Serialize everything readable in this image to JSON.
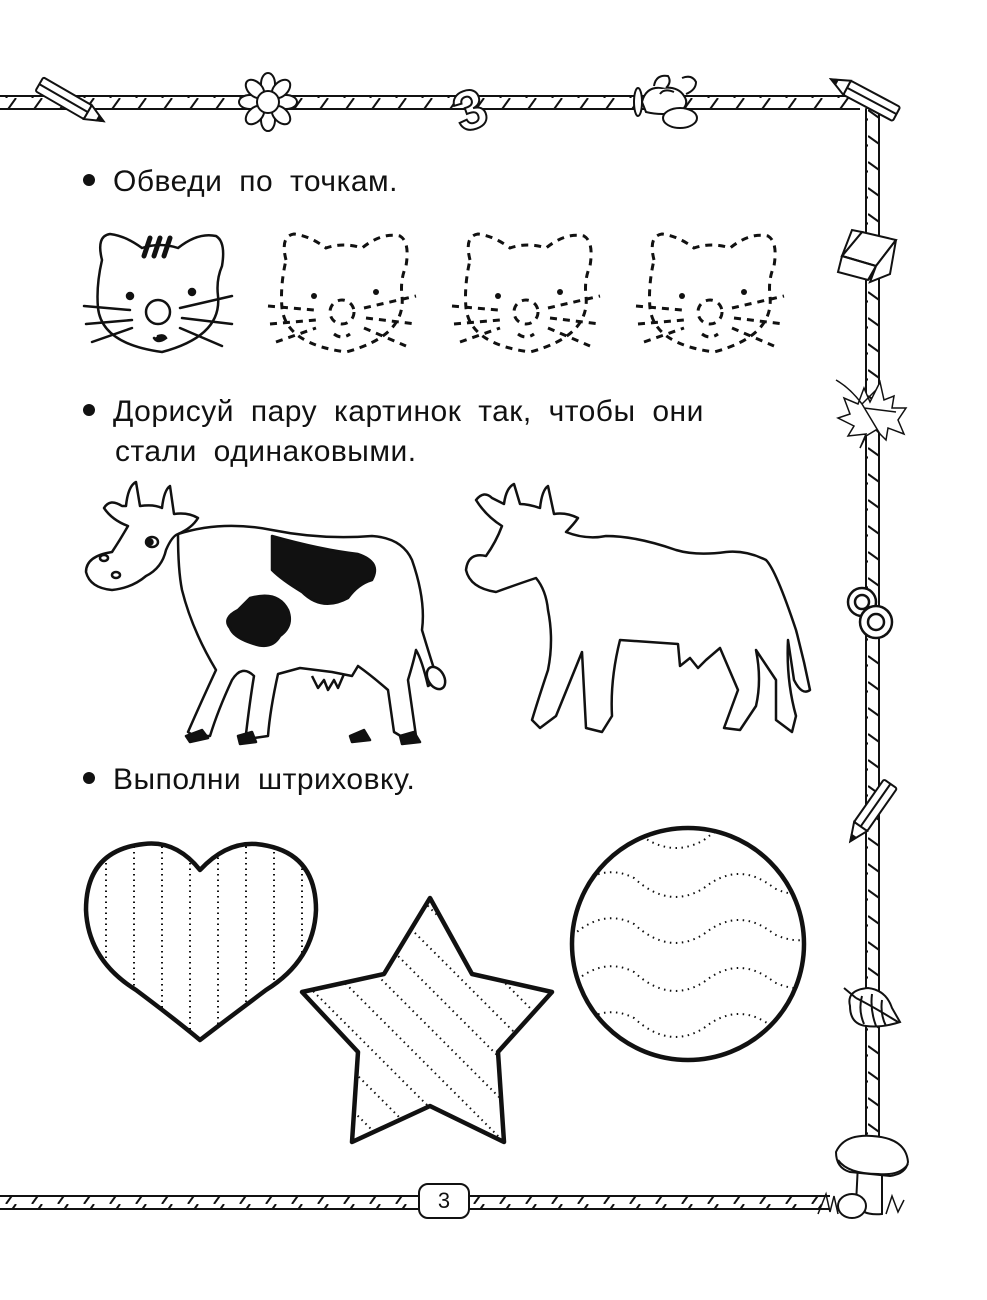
{
  "page": {
    "number": "3",
    "tasks": [
      {
        "id": "trace",
        "text": "Обведи по точкам."
      },
      {
        "id": "complete",
        "line1": "Дорисуй пару картинок так, чтобы они",
        "line2": "стали одинаковыми."
      },
      {
        "id": "hatch",
        "text": "Выполни штриховку."
      }
    ]
  },
  "illustrations": {
    "cats": [
      {
        "style": "solid",
        "label": "cat-face-sample"
      },
      {
        "style": "dashed",
        "label": "cat-face-trace-1"
      },
      {
        "style": "dashed",
        "label": "cat-face-trace-2"
      },
      {
        "style": "dashed",
        "label": "cat-face-trace-3"
      }
    ],
    "cows": [
      {
        "style": "spotted",
        "label": "cow-complete"
      },
      {
        "style": "outline",
        "label": "cow-outline"
      }
    ],
    "shapes": [
      {
        "shape": "heart",
        "hatch": "vertical-dotted"
      },
      {
        "shape": "star",
        "hatch": "diagonal-dotted"
      },
      {
        "shape": "circle",
        "hatch": "wavy-dotted"
      }
    ]
  },
  "border": {
    "decorations": [
      "pencil-icon",
      "flower-icon",
      "number-3-icon",
      "airplane-icon",
      "pencil-icon",
      "cube-icon",
      "maple-leaf-icon",
      "number-8-icon",
      "pencil-icon",
      "leaf-icon",
      "mushroom-icon"
    ]
  },
  "colors": {
    "ink": "#111111",
    "paper": "#ffffff"
  }
}
